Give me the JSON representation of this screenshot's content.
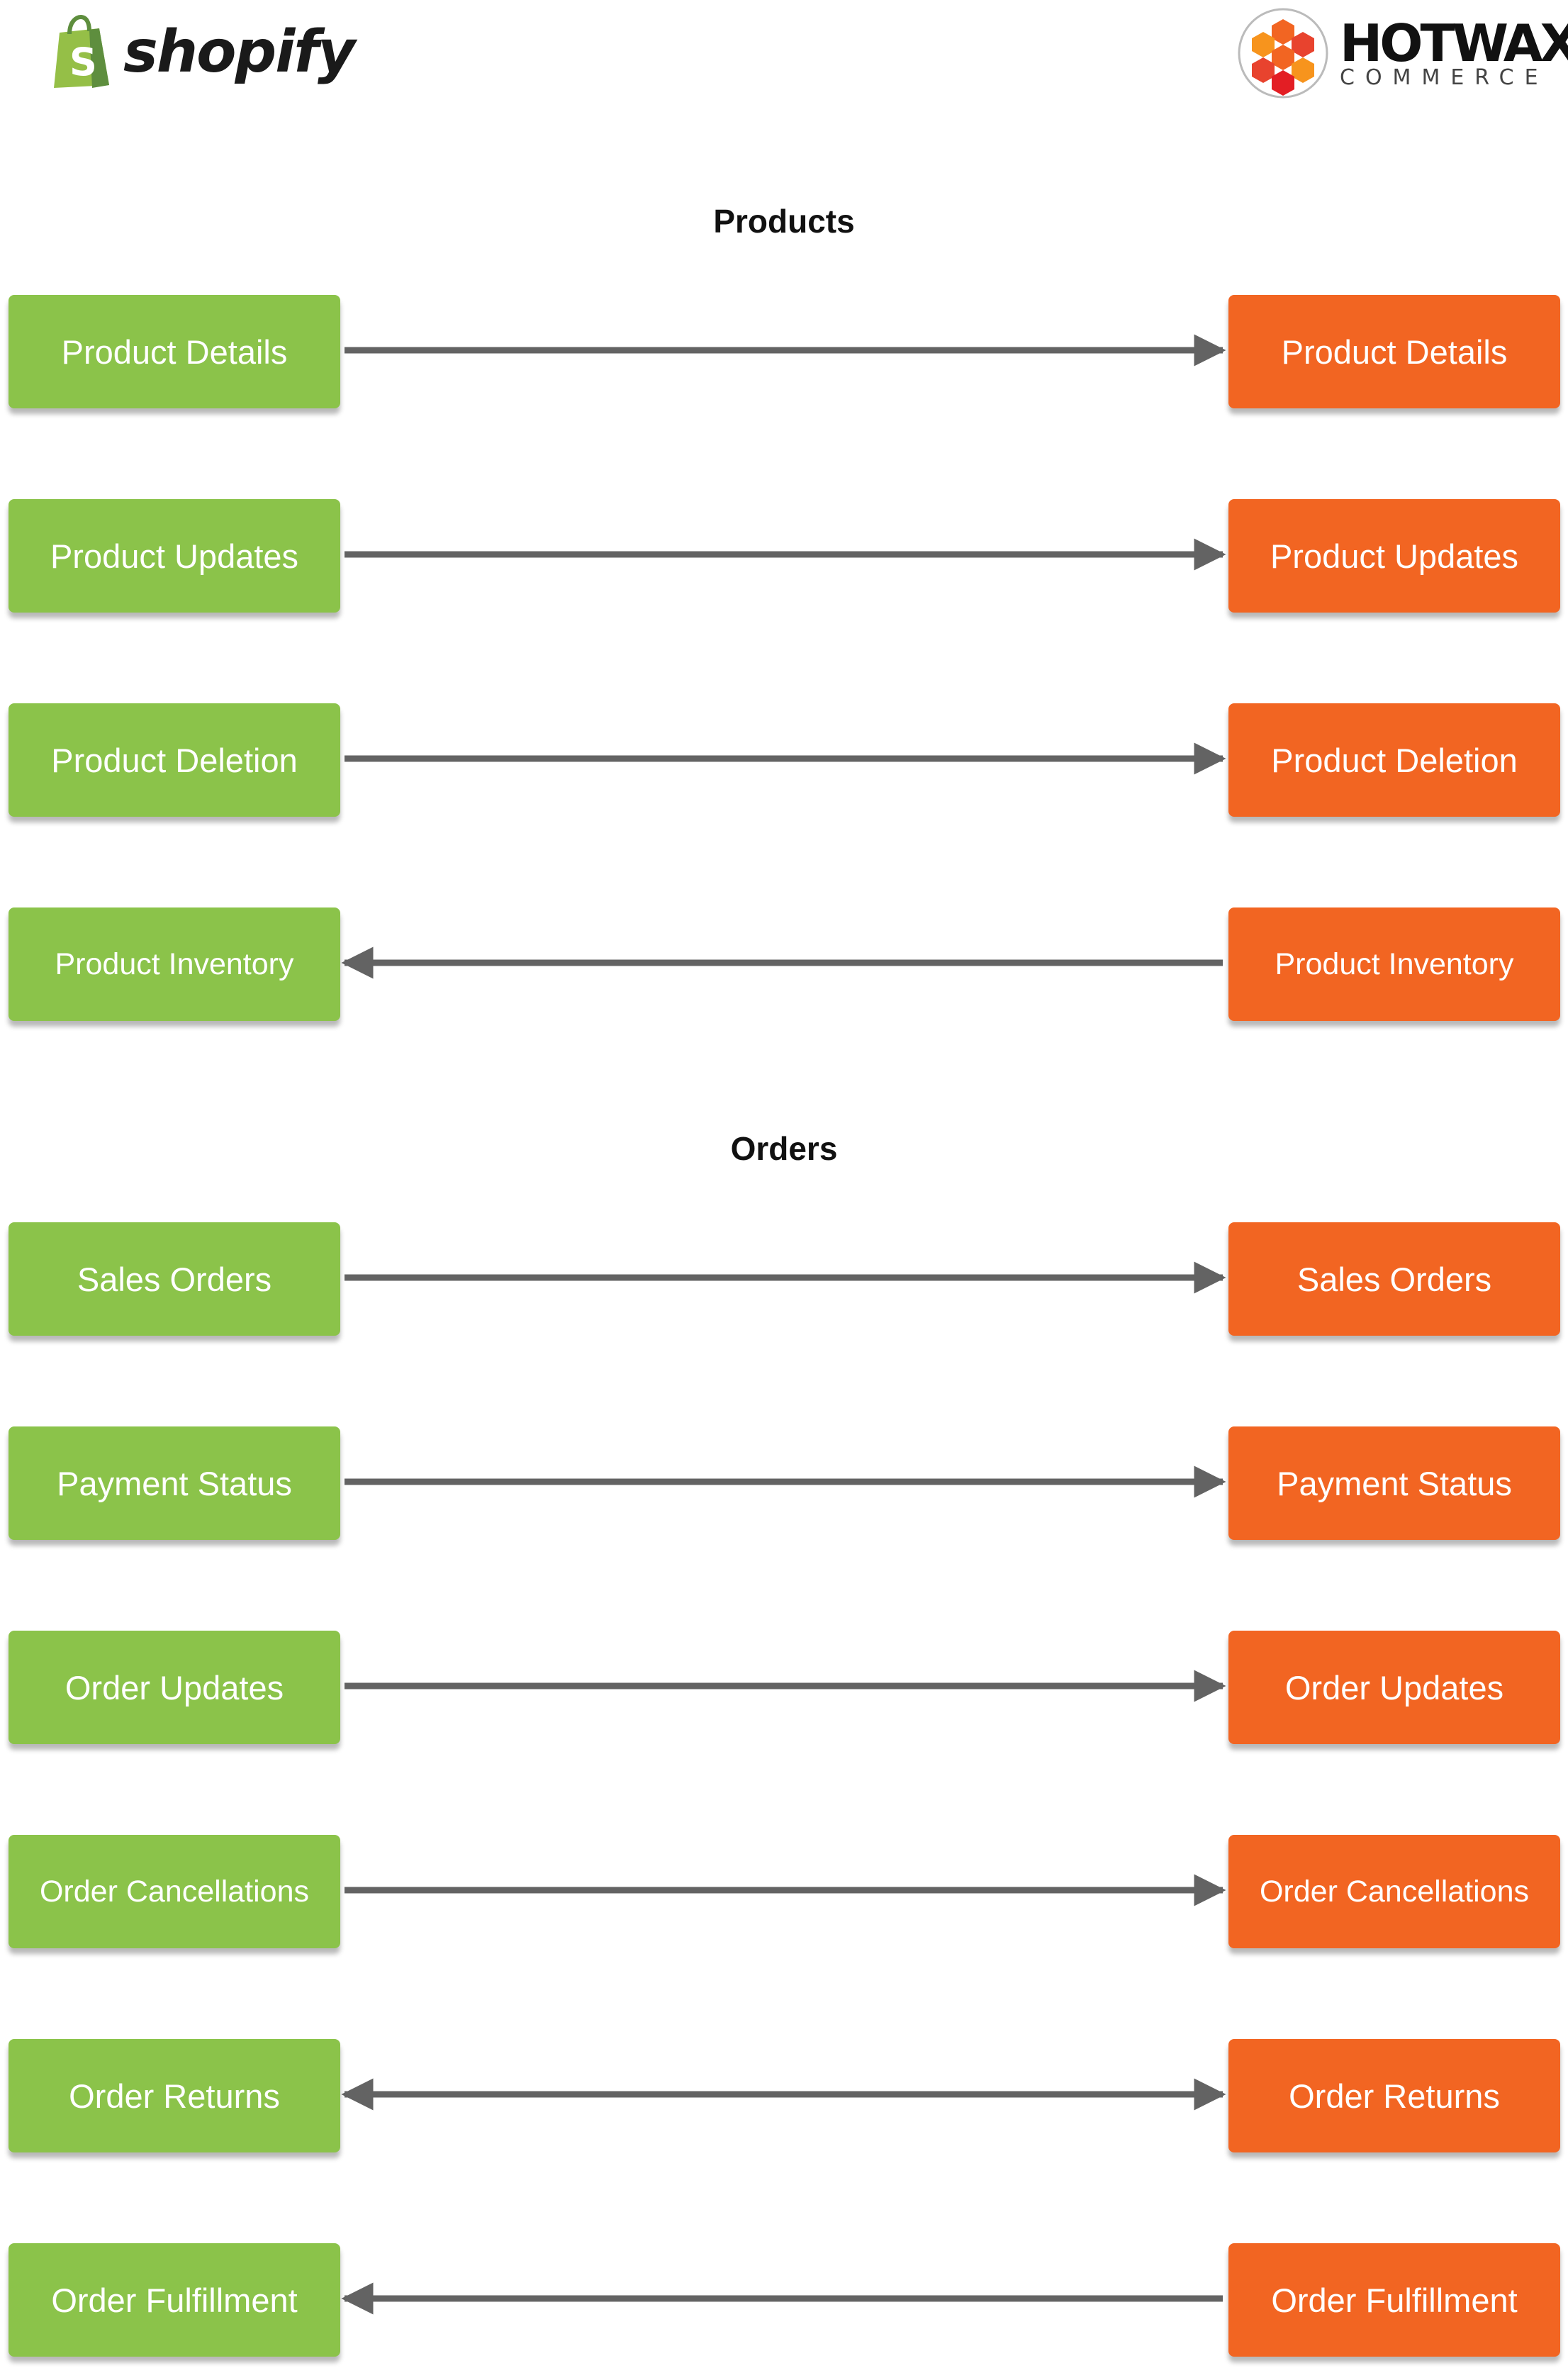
{
  "colors": {
    "shopify_green": "#8bc34a",
    "hotwax_orange": "#f26522",
    "arrow": "#636363"
  },
  "logos": {
    "shopify": {
      "wordmark": "shopify",
      "icon": "shopify-bag-icon"
    },
    "hotwax": {
      "name": "HOTWAX",
      "subtitle": "COMMERCE",
      "icon": "hotwax-hexagon-icon"
    }
  },
  "sections": {
    "products": {
      "title": "Products",
      "rows": [
        {
          "left": "Product Details",
          "right": "Product Details",
          "direction": "right"
        },
        {
          "left": "Product Updates",
          "right": "Product Updates",
          "direction": "right"
        },
        {
          "left": "Product Deletion",
          "right": "Product Deletion",
          "direction": "right"
        },
        {
          "left": "Product Inventory",
          "right": "Product Inventory",
          "direction": "left"
        }
      ]
    },
    "orders": {
      "title": "Orders",
      "rows": [
        {
          "left": "Sales Orders",
          "right": "Sales Orders",
          "direction": "right"
        },
        {
          "left": "Payment Status",
          "right": "Payment Status",
          "direction": "right"
        },
        {
          "left": "Order Updates",
          "right": "Order Updates",
          "direction": "right"
        },
        {
          "left": "Order Cancellations",
          "right": "Order Cancellations",
          "direction": "right"
        },
        {
          "left": "Order Returns",
          "right": "Order Returns",
          "direction": "both"
        },
        {
          "left": "Order Fulfillment",
          "right": "Order Fulfillment",
          "direction": "left"
        }
      ]
    }
  }
}
